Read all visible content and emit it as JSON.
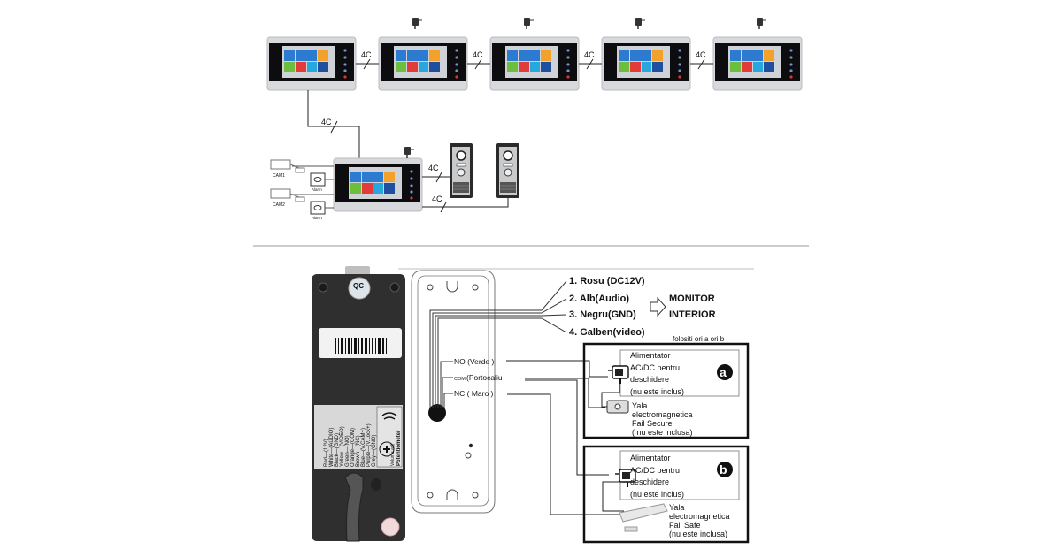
{
  "top_diagram": {
    "cable_label": "4C",
    "monitors_count": 6,
    "cameras": [
      "CAM1",
      "CAM2"
    ],
    "alarm_label": "Alarm",
    "screen_tile_colors": [
      "#2d7bd0",
      "#2d7bd0",
      "#f2a22c",
      "#6cbf3c",
      "#e23b3b",
      "#27a6e0",
      "#1f4f9e"
    ]
  },
  "bottom_diagram": {
    "wires": [
      {
        "label": "1. Rosu (DC12V)"
      },
      {
        "label": "2. Alb(Audio)"
      },
      {
        "label": "3. Negru(GND)"
      },
      {
        "label": "4. Galben(video)"
      }
    ],
    "monitor_label_1": "MONITOR",
    "monitor_label_2": "INTERIOR",
    "note": "folositi ori a ori b",
    "relay": {
      "no": "NO (Verde )",
      "com_prefix": "COM",
      "com": "(Portocaliu",
      "nc": "NC ( Maro )"
    },
    "option_a": {
      "badge": "a",
      "psu_lines": [
        "Alimentator",
        "AC/DC pentru",
        "deschidere",
        "(nu este inclus)"
      ],
      "lock_lines": [
        "Yala",
        "electromagnetica",
        "Fail Secure",
        "( nu este inclusa)"
      ]
    },
    "option_b": {
      "badge": "b",
      "psu_lines": [
        "Alimentator",
        "AC/DC pentru",
        "deschidere",
        "(nu este inclus)"
      ],
      "lock_lines": [
        "Yala",
        "electromagnetica",
        "Fail Safe",
        "(nu este inclusa)"
      ]
    },
    "back_panel": {
      "qc_label": "QC",
      "wire_legend": [
        "Red—(12V)",
        "White—(AUDIO)",
        "Black—(GND)",
        "Yellow—(VIDEO)",
        "Green—(NO)",
        "Orange—(COM)",
        "Brown—(NC)",
        "Blue—(V.CAM+)",
        "Purple—(V.Lock+)",
        "Grey—(GND)"
      ],
      "volume_label": "Volume adj",
      "potentiometer_label": "Potentiometer"
    }
  }
}
